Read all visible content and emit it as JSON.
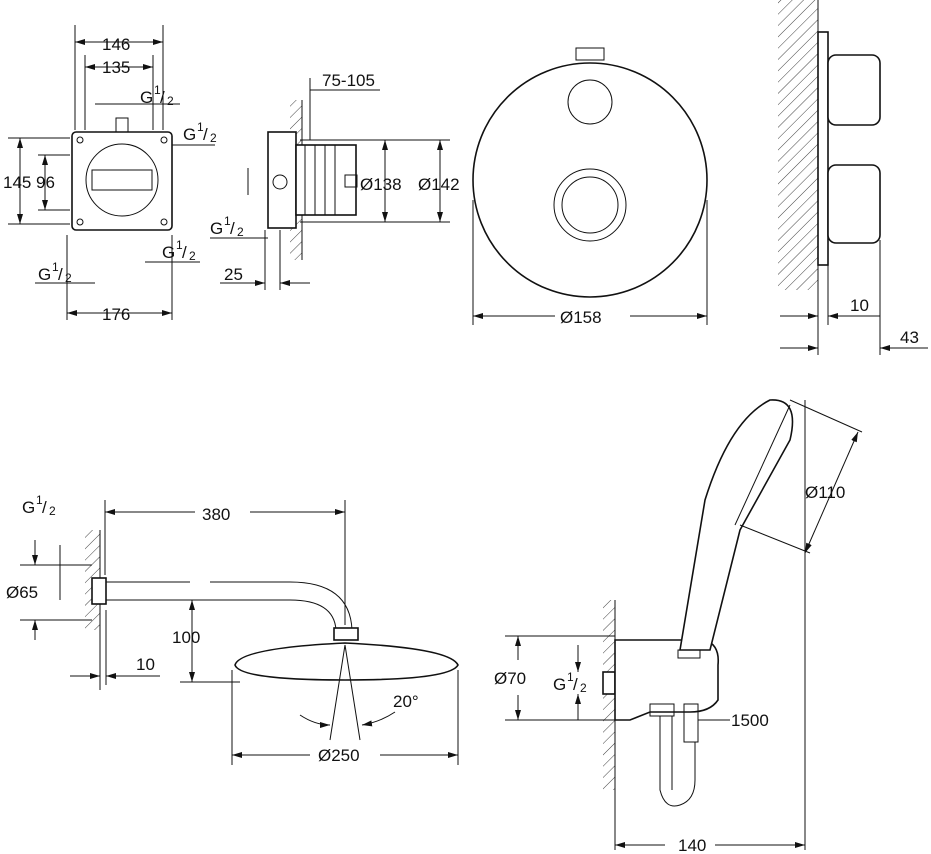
{
  "labels": {
    "w146": "146",
    "w135": "135",
    "g_main": "G",
    "frac_num": "1",
    "frac_den": "2",
    "h145": "145",
    "h96": "96",
    "w176": "176",
    "d75_105": "75-105",
    "d138": "Ø138",
    "d142": "Ø142",
    "d25": "25",
    "d158": "Ø158",
    "d10_top": "10",
    "d43": "43",
    "d380": "380",
    "d65": "Ø65",
    "d100": "100",
    "d10_bottom": "10",
    "d250": "Ø250",
    "angle20": "20°",
    "d110": "Ø110",
    "d70": "Ø70",
    "d1500": "1500",
    "d140": "140"
  }
}
